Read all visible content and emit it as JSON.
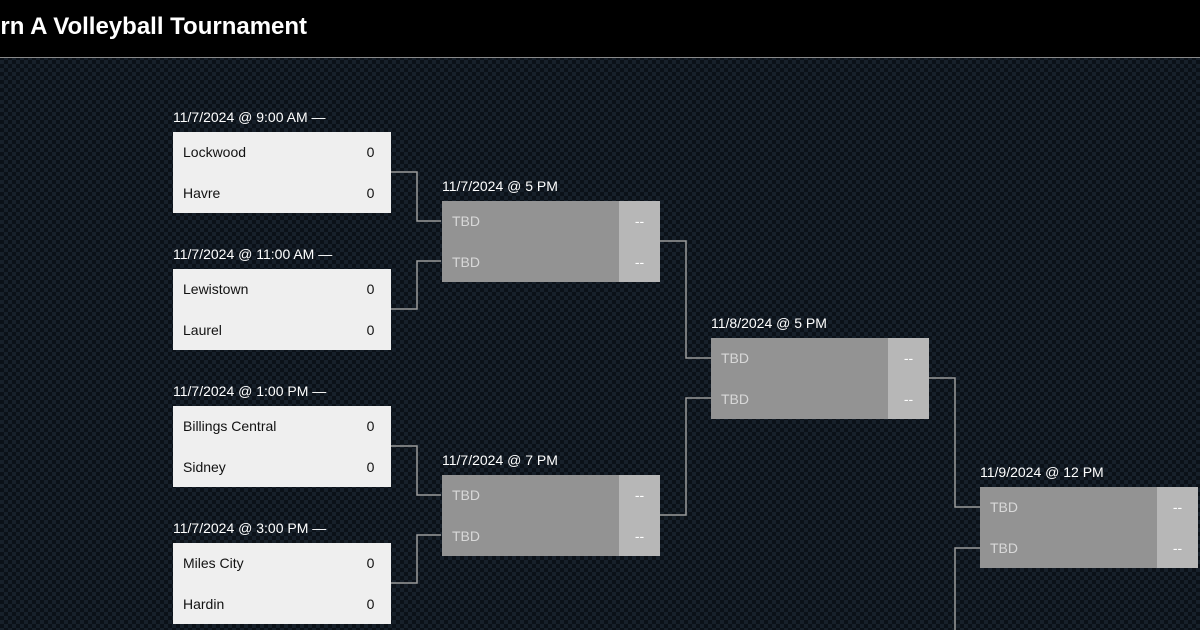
{
  "header": {
    "title": "ern A Volleyball Tournament"
  },
  "round1": [
    {
      "date": "11/7/2024 @ 9:00 AM —",
      "teams": [
        {
          "name": "Lockwood",
          "score": "0"
        },
        {
          "name": "Havre",
          "score": "0"
        }
      ]
    },
    {
      "date": "11/7/2024 @ 11:00 AM —",
      "teams": [
        {
          "name": "Lewistown",
          "score": "0"
        },
        {
          "name": "Laurel",
          "score": "0"
        }
      ]
    },
    {
      "date": "11/7/2024 @ 1:00 PM —",
      "teams": [
        {
          "name": "Billings Central",
          "score": "0"
        },
        {
          "name": "Sidney",
          "score": "0"
        }
      ]
    },
    {
      "date": "11/7/2024 @ 3:00 PM —",
      "teams": [
        {
          "name": "Miles City",
          "score": "0"
        },
        {
          "name": "Hardin",
          "score": "0"
        }
      ]
    }
  ],
  "round2": [
    {
      "date": "11/7/2024 @ 5 PM",
      "teams": [
        {
          "name": "TBD",
          "score": "--"
        },
        {
          "name": "TBD",
          "score": "--"
        }
      ]
    },
    {
      "date": "11/7/2024 @ 7 PM",
      "teams": [
        {
          "name": "TBD",
          "score": "--"
        },
        {
          "name": "TBD",
          "score": "--"
        }
      ]
    }
  ],
  "round3": [
    {
      "date": "11/8/2024 @ 5 PM",
      "teams": [
        {
          "name": "TBD",
          "score": "--"
        },
        {
          "name": "TBD",
          "score": "--"
        }
      ]
    }
  ],
  "round4": [
    {
      "date": "11/9/2024 @ 12 PM",
      "teams": [
        {
          "name": "TBD",
          "score": "--"
        },
        {
          "name": "TBD",
          "score": "--"
        }
      ]
    }
  ],
  "colors": {
    "connector": "#9a9a9a",
    "played_match_bg": "#efefef",
    "pending_match_bg": "#939393",
    "pending_score_bg": "#b7b7b7"
  }
}
